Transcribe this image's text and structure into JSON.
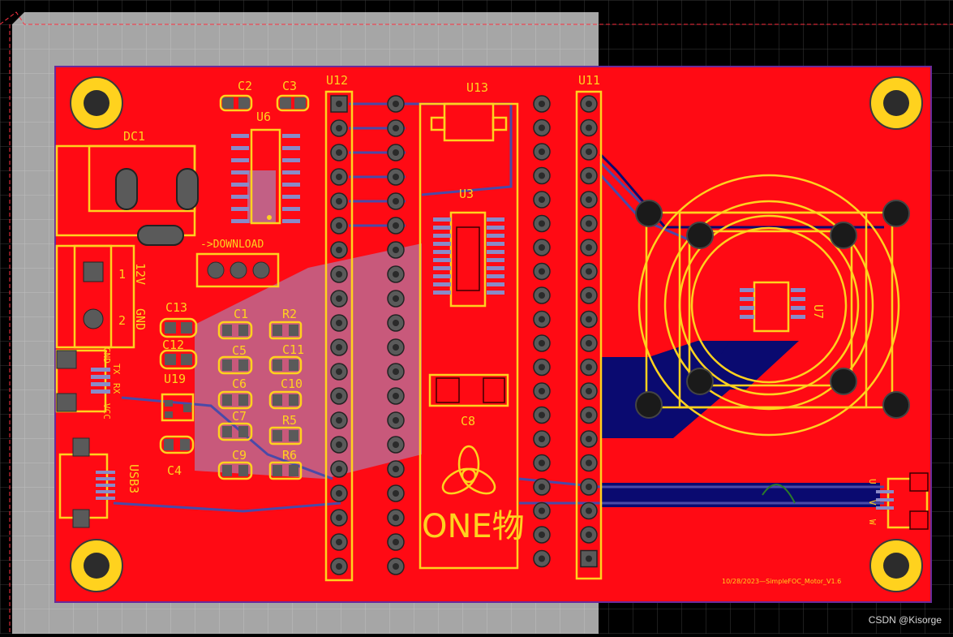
{
  "board": {
    "colors": {
      "background": "#000000",
      "keepout_gray": "#a6a6a6",
      "copper_red": "#ff0a14",
      "silkscreen": "#ffd21e",
      "bottom_copper": "#0a0a70",
      "trace_blue": "#4a4aa8",
      "outline": "#6a2a9a"
    },
    "components": {
      "dc1": "DC1",
      "c2": "C2",
      "c3": "C3",
      "u6": "U6",
      "u12": "U12",
      "u13": "U13",
      "u11": "U11",
      "u3": "U3",
      "u7": "U7",
      "download": "->DOWNLOAD",
      "pwr_12v": "12V",
      "pwr_gnd": "GND",
      "pin1": "1",
      "pin2": "2",
      "c13": "C13",
      "c12": "C12",
      "u19": "U19",
      "c4": "C4",
      "c1": "C1",
      "c5": "C5",
      "c6": "C6",
      "c7": "C7",
      "c9": "C9",
      "r2": "R2",
      "c11": "C11",
      "c10": "C10",
      "r5": "R5",
      "r6": "R6",
      "c8": "C8",
      "usb3": "USB3",
      "uart_gnd": "GND",
      "uart_tx": "TX",
      "uart_rx": "RX",
      "uart_vcc": "VCC",
      "motor_u": "U",
      "motor_v": "V",
      "motor_w": "W"
    },
    "logo_text": "ONE物",
    "revision": "10/28/2023—SimpleFOC_Motor_V1.6"
  },
  "watermark": "CSDN @Kisorge"
}
